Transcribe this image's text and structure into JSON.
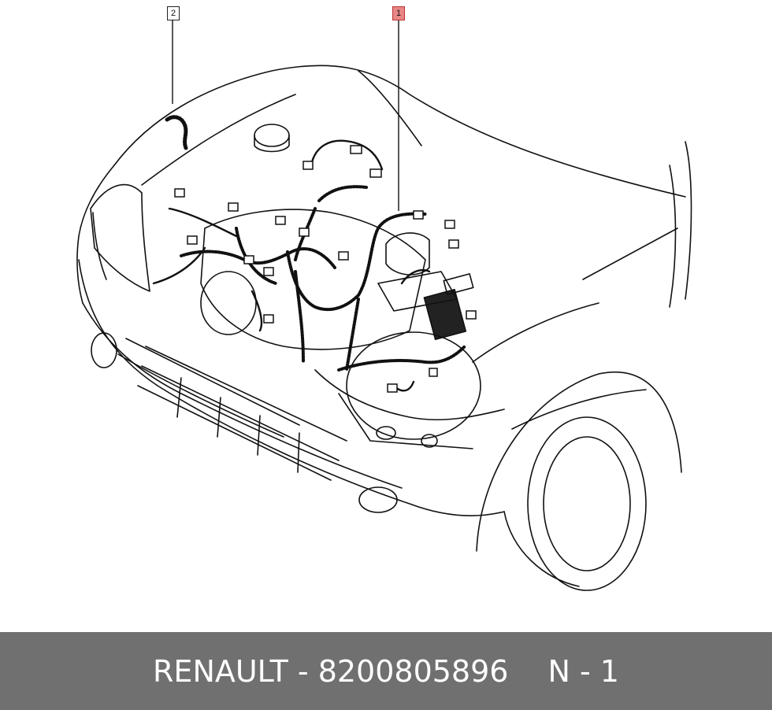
{
  "callouts": {
    "harness_1": "1",
    "harness_2": "2"
  },
  "footer": {
    "part_text": "RENAULT - 8200805896",
    "position_text": "N - 1"
  },
  "colors": {
    "footer_bg": "#707070",
    "highlight": "#e98686",
    "line": "#111111"
  }
}
